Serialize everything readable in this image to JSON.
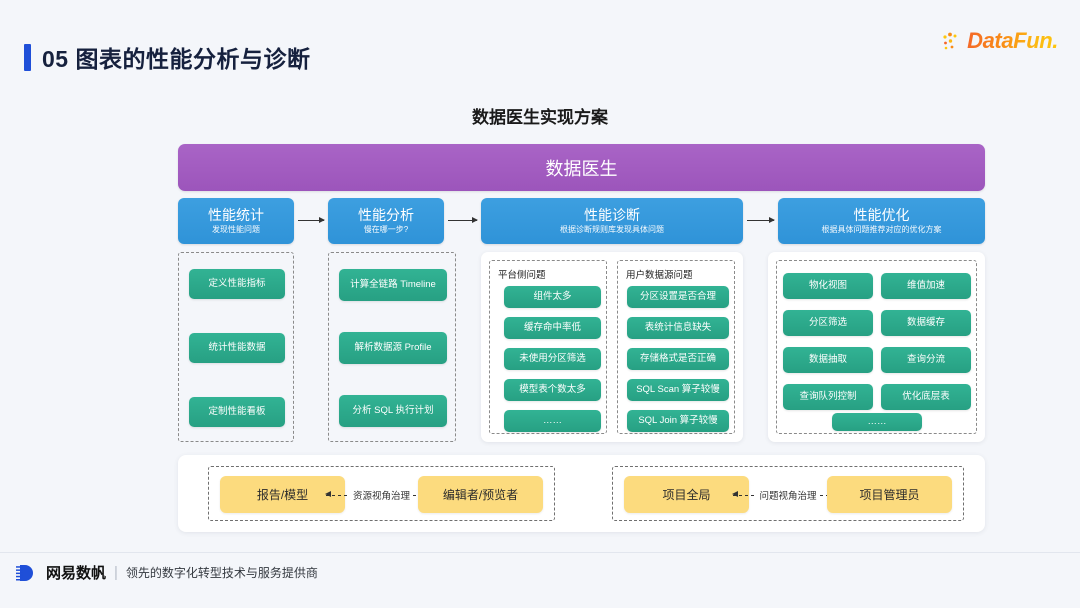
{
  "header": {
    "section_number": "05",
    "title": "05 图表的性能分析与诊断",
    "brand": "DataFun.",
    "brand_icon": "datafun-dots-icon"
  },
  "diagram": {
    "title": "数据医生实现方案",
    "banner": "数据医生",
    "stages": [
      {
        "title": "性能统计",
        "subtitle": "发现性能问题"
      },
      {
        "title": "性能分析",
        "subtitle": "慢在哪一步?"
      },
      {
        "title": "性能诊断",
        "subtitle": "根据诊断规则库发现具体问题"
      },
      {
        "title": "性能优化",
        "subtitle": "根据具体问题推荐对应的优化方案"
      }
    ],
    "columns": [
      {
        "heading": "",
        "items": [
          "定义性能指标",
          "统计性能数据",
          "定制性能看板"
        ]
      },
      {
        "heading": "",
        "items": [
          "计算全链路 Timeline",
          "解析数据源 Profile",
          "分析 SQL 执行计划"
        ]
      },
      {
        "heading": "平台侧问题",
        "items": [
          "组件太多",
          "缓存命中率低",
          "未使用分区筛选",
          "模型表个数太多",
          "……"
        ]
      },
      {
        "heading": "用户数据源问题",
        "items": [
          "分区设置是否合理",
          "表统计信息缺失",
          "存储格式是否正确",
          "SQL Scan 算子较慢",
          "SQL Join 算子较慢"
        ]
      },
      {
        "heading": "",
        "left_items": [
          "物化视图",
          "分区筛选",
          "数据抽取",
          "查询队列控制"
        ],
        "right_items": [
          "维值加速",
          "数据缓存",
          "查询分流",
          "优化底层表"
        ],
        "ellipsis": "……"
      }
    ],
    "bottom_groups": [
      {
        "left": "报告/模型",
        "label": "资源视角治理",
        "right": "编辑者/预览者"
      },
      {
        "left": "项目全局",
        "label": "问题视角治理",
        "right": "项目管理员"
      }
    ]
  },
  "footer": {
    "logo_icon": "wangyi-shufan-logo-icon",
    "name": "网易数帆",
    "divider": "|",
    "tagline": "领先的数字化转型技术与服务提供商"
  },
  "colors": {
    "background": "#f4f6fa",
    "accent_blue": "#1f4fd8",
    "banner_purple": "#9c55bb",
    "stage_blue": "#2f93d8",
    "pill_green": "#27a083",
    "pill_yellow": "#fcdb7e"
  }
}
